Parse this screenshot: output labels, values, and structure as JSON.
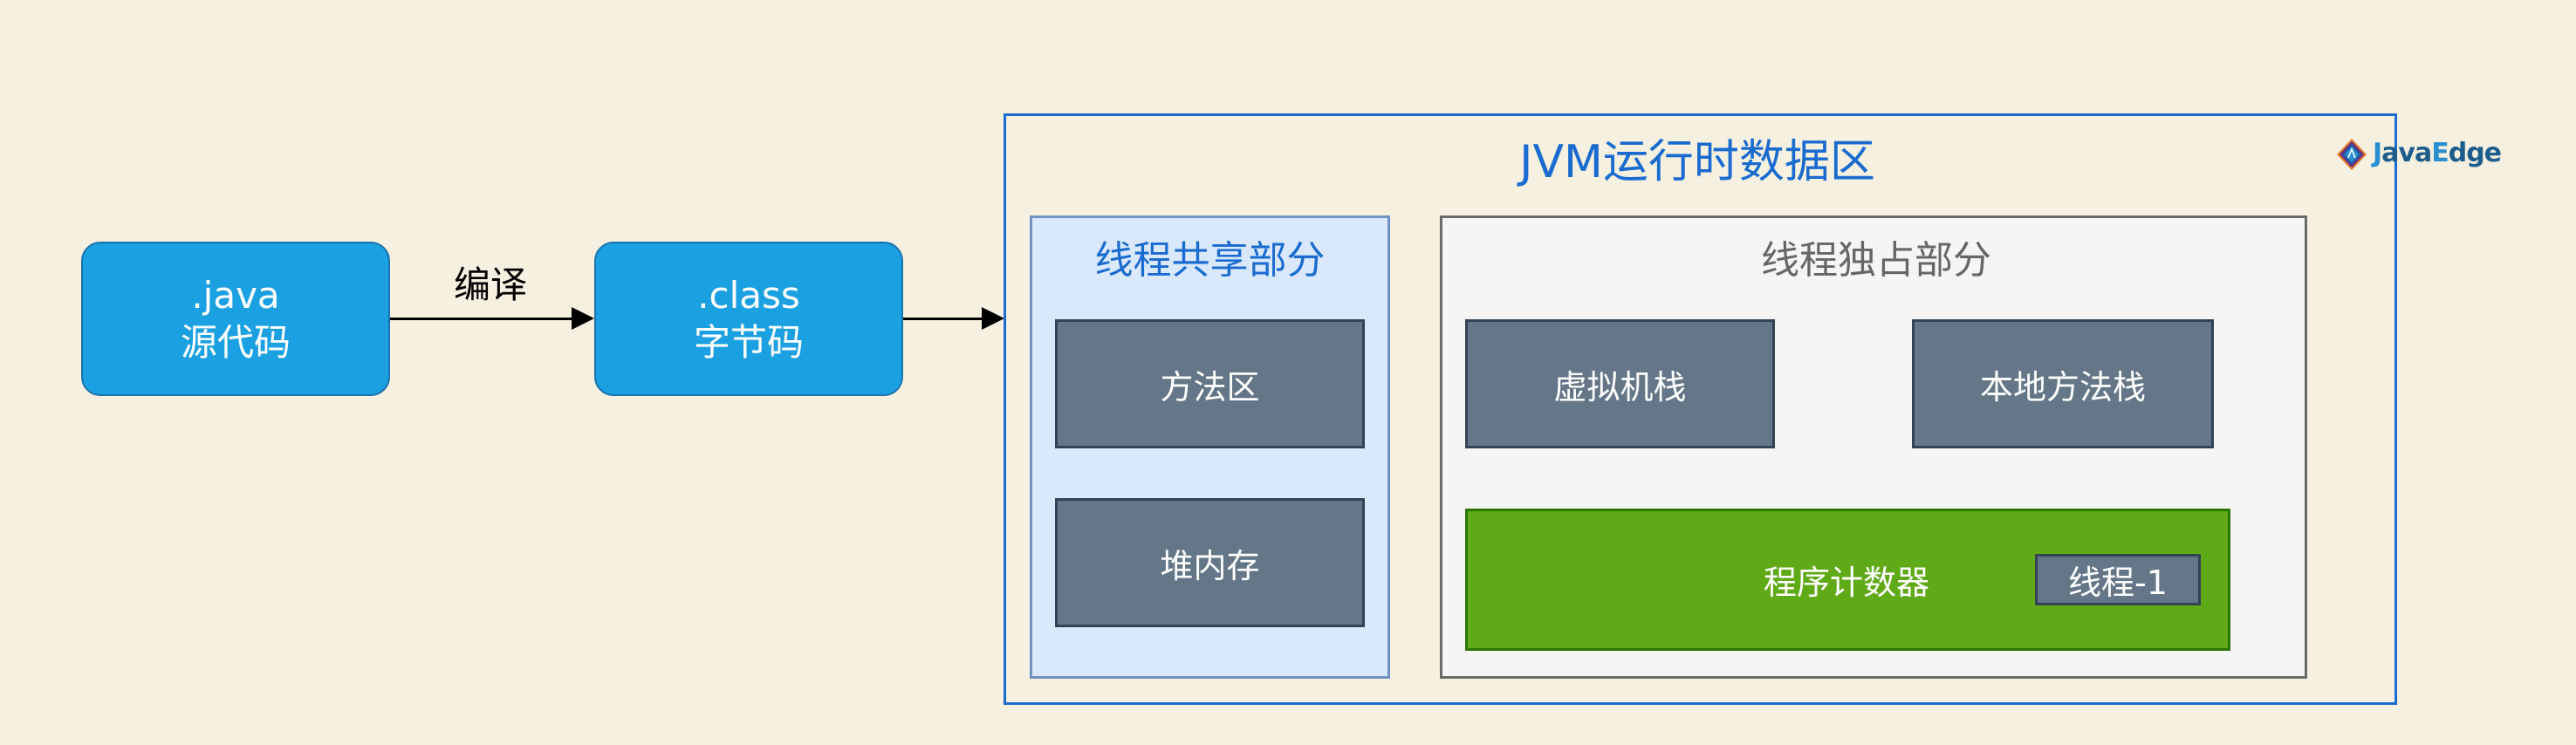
{
  "diagram": {
    "title": "JVM运行时数据区",
    "nodes": {
      "source": {
        "line1": ".java",
        "line2": "源代码"
      },
      "bytecode": {
        "line1": ".class",
        "line2": "字节码"
      }
    },
    "edges": [
      {
        "from": "source",
        "to": "bytecode",
        "label": "编译"
      },
      {
        "from": "bytecode",
        "to": "jvm-runtime-data-area",
        "label": ""
      }
    ],
    "shared_area": {
      "title": "线程共享部分",
      "items": [
        "方法区",
        "堆内存"
      ]
    },
    "private_area": {
      "title": "线程独占部分",
      "items": [
        "虚拟机栈",
        "本地方法栈"
      ],
      "program_counter": {
        "label": "程序计数器",
        "thread_tag": "线程-1"
      }
    },
    "watermark": {
      "part1_light": "J",
      "part1_dark": "ava",
      "part2_light": "E",
      "part2_dark": "dge"
    },
    "colors": {
      "background": "#f5f0e0",
      "source_fill": "#1ba1e2",
      "jvm_border": "#1a6bcf",
      "shared_fill": "#dae8fc",
      "private_fill": "#f5f5f5",
      "region_fill": "#647687",
      "pc_fill": "#60a917"
    }
  }
}
